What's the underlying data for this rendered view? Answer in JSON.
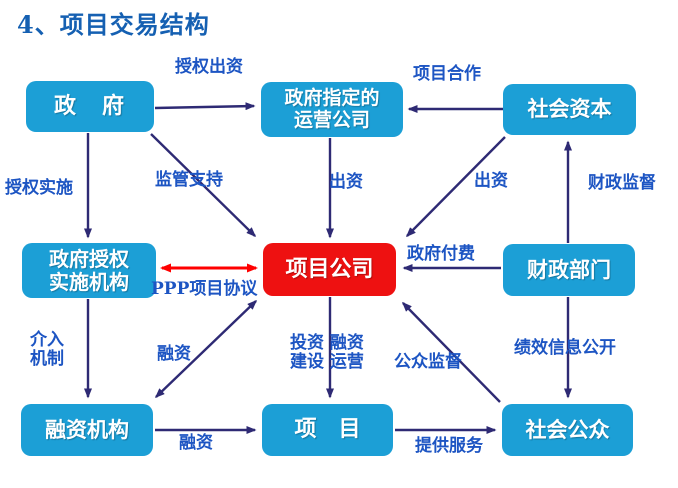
{
  "title": "4、项目交易结构",
  "colors": {
    "title_blue": "#1560B2",
    "node_blue": "#1C9FD6",
    "node_red": "#EE1111",
    "arrow_dark": "#2E2A74",
    "arrow_red": "#FF0000",
    "label_blue": "#1D55C3"
  },
  "nodes": {
    "government": {
      "label": "政　府"
    },
    "operating_company": {
      "label": "政府指定的\n运营公司"
    },
    "social_capital": {
      "label": "社会资本"
    },
    "authorized_agency": {
      "label": "政府授权\n实施机构"
    },
    "project_company": {
      "label": "项目公司"
    },
    "finance_department": {
      "label": "财政部门"
    },
    "financing_institution": {
      "label": "融资机构"
    },
    "project": {
      "label": "项　目"
    },
    "general_public": {
      "label": "社会公众"
    }
  },
  "edges": {
    "authorize_investment": {
      "label": "授权出资",
      "from": "政府",
      "to": "政府指定的运营公司",
      "direction": "single"
    },
    "project_cooperation": {
      "label": "项目合作",
      "from": "社会资本",
      "to": "政府指定的运营公司",
      "direction": "single"
    },
    "authorize_implementation": {
      "label": "授权实施",
      "from": "政府",
      "to": "政府授权实施机构",
      "direction": "single"
    },
    "supervision_support": {
      "label": "监管支持",
      "from": "政府",
      "to": "项目公司",
      "direction": "single"
    },
    "investment_center": {
      "label": "出资",
      "from": "政府指定的运营公司",
      "to": "项目公司",
      "direction": "single"
    },
    "investment_right": {
      "label": "出资",
      "from": "社会资本",
      "to": "项目公司",
      "direction": "single"
    },
    "fiscal_supervision": {
      "label": "财政监督",
      "from": "财政部门",
      "to": "社会资本",
      "direction": "single"
    },
    "government_payment": {
      "label": "政府付费",
      "from": "财政部门",
      "to": "项目公司",
      "direction": "single"
    },
    "ppp_agreement": {
      "label": "PPP项目协议",
      "from": "政府授权实施机构",
      "to": "项目公司",
      "direction": "double",
      "color": "#FF0000"
    },
    "intervention_mechanism": {
      "label": "介入\n机制",
      "from": "政府授权实施机构",
      "to": "融资机构",
      "direction": "single"
    },
    "financing_diagonal": {
      "label": "融资",
      "from": "融资机构",
      "to": "项目公司",
      "direction": "double"
    },
    "invest_build_operate": {
      "label": "投资 融资\n建设 运营",
      "from": "项目公司",
      "to": "项目",
      "direction": "single"
    },
    "public_supervision": {
      "label": "公众监督",
      "from": "社会公众",
      "to": "项目公司",
      "direction": "single"
    },
    "financing_bottom": {
      "label": "融资",
      "from": "融资机构",
      "to": "项目",
      "direction": "single"
    },
    "provide_services": {
      "label": "提供服务",
      "from": "项目",
      "to": "社会公众",
      "direction": "single"
    },
    "performance_disclosure": {
      "label": "绩效信息公开",
      "from": "财政部门",
      "to": "社会公众",
      "direction": "single"
    }
  }
}
